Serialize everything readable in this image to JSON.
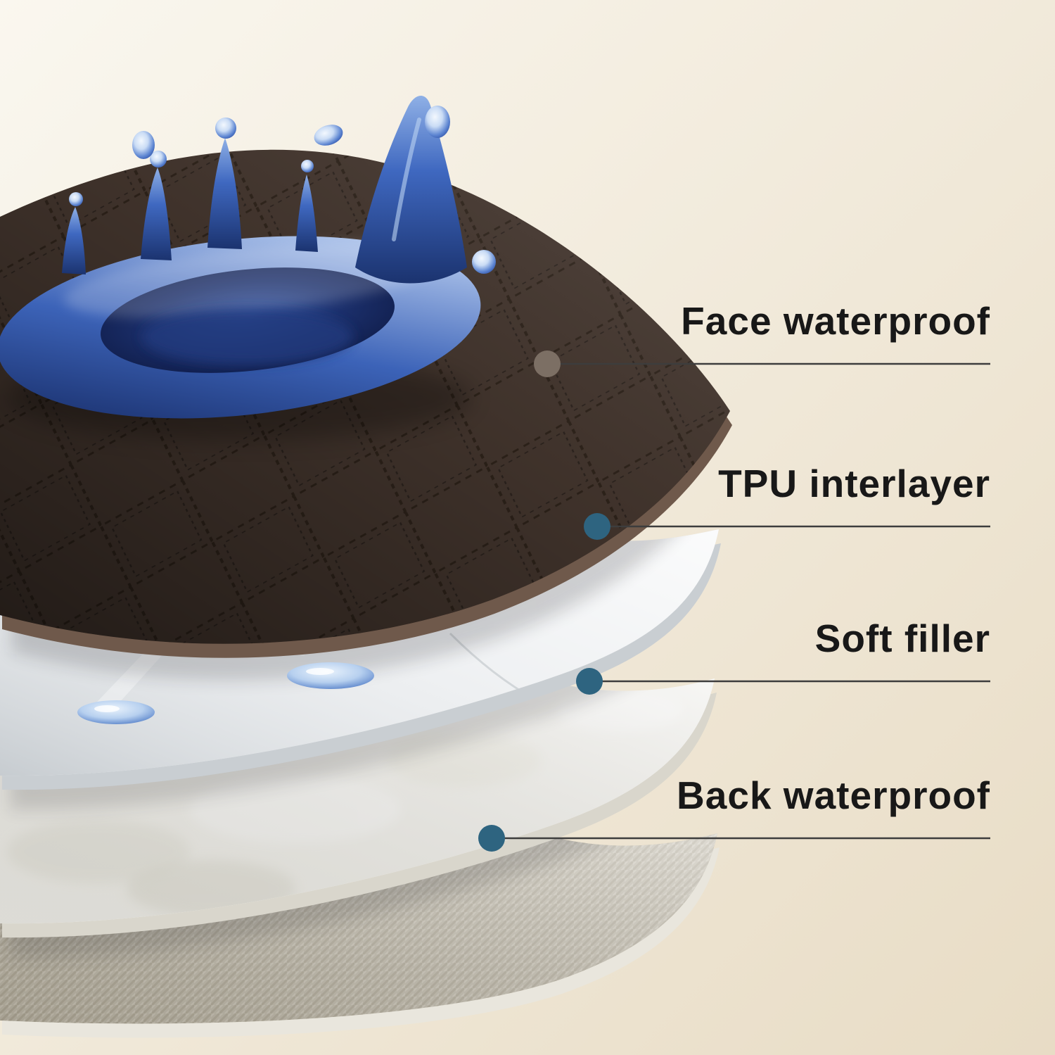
{
  "page": {
    "background_top": "#faf7ef",
    "background_bottom": "#e8dcc5"
  },
  "label_style": {
    "color": "#181818"
  },
  "callouts": [
    {
      "label": "Face waterproof",
      "dot_color": "#7c6f64",
      "line_color": "#3d3d3d"
    },
    {
      "label": "TPU interlayer",
      "dot_color": "#2e6480",
      "line_color": "#3d3d3d"
    },
    {
      "label": "Soft filler",
      "dot_color": "#2e6480",
      "line_color": "#3d3d3d"
    },
    {
      "label": "Back waterproof",
      "dot_color": "#2e6480",
      "line_color": "#3d3d3d"
    }
  ],
  "layers": [
    {
      "name": "Face waterproof",
      "surface_color": "#44362e",
      "edge_color": "#6f594b"
    },
    {
      "name": "TPU interlayer",
      "surface_color": "#eef0f2",
      "edge_color": "#c9ced2"
    },
    {
      "name": "Soft filler",
      "surface_color": "#f7f6f2",
      "edge_color": "#d9d6cc"
    },
    {
      "name": "Back waterproof",
      "surface_color": "#c9c3b3",
      "edge_color": "#e9e6dd"
    }
  ],
  "splash": {
    "water_dark": "#14275f",
    "water_mid": "#3c63b8",
    "water_light": "#bcd0f1"
  }
}
